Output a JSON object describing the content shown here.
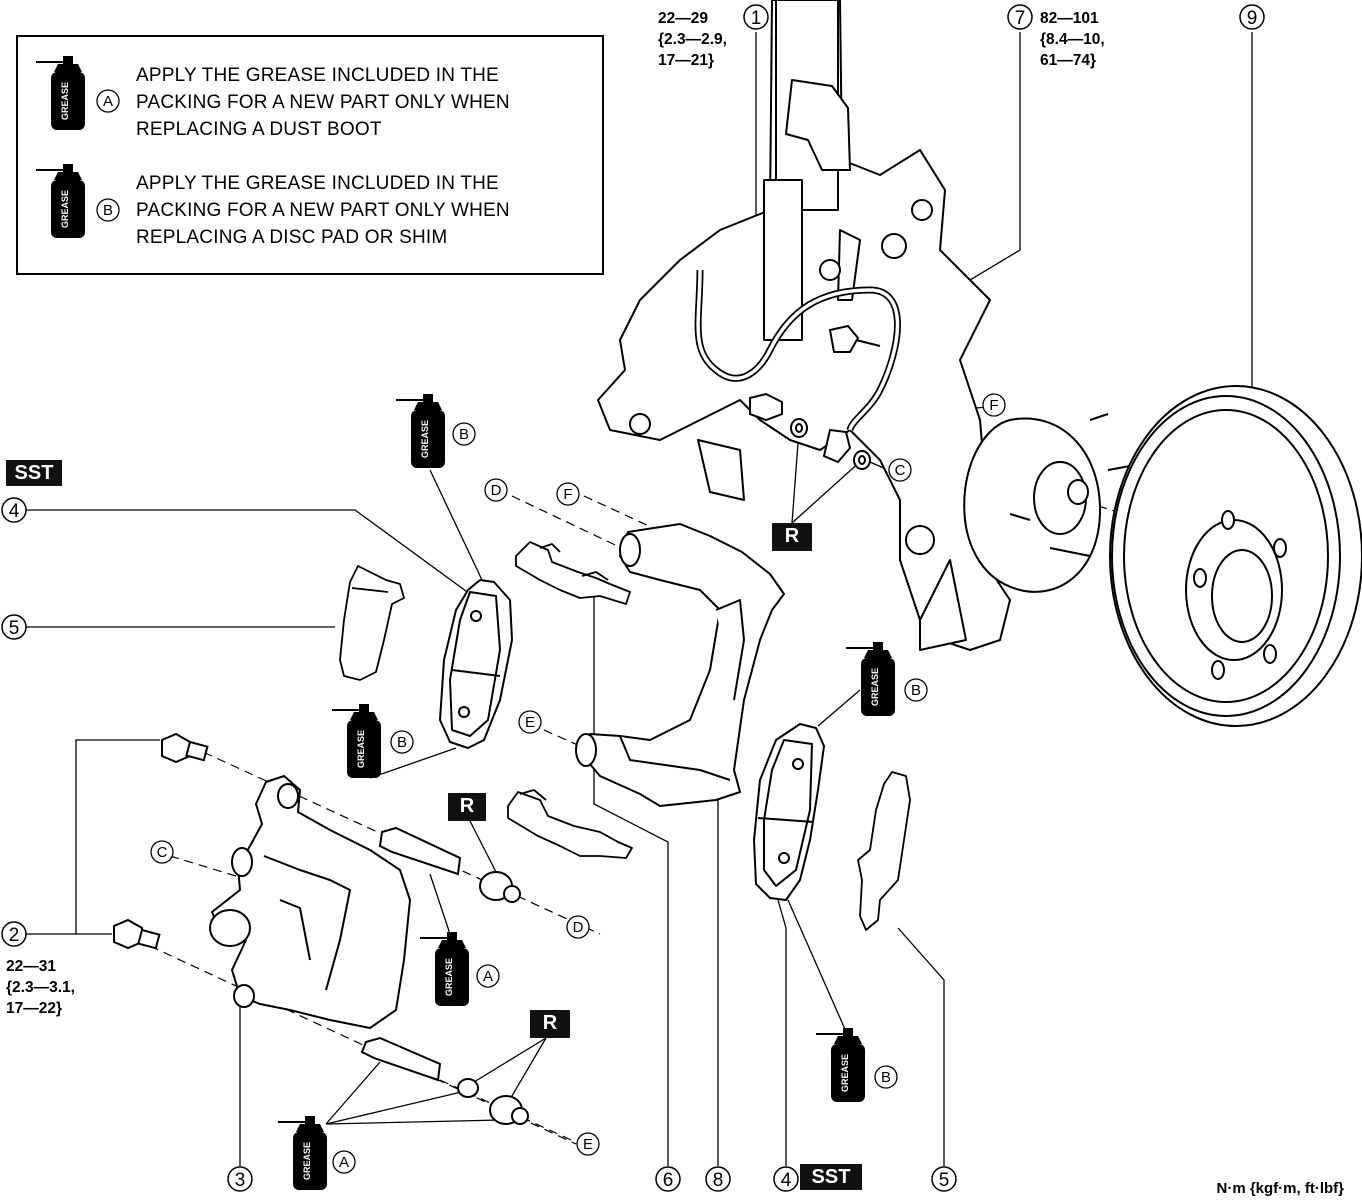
{
  "legend": {
    "A": {
      "marker": "A",
      "text": [
        "APPLY THE GREASE INCLUDED IN THE",
        "PACKING FOR A NEW PART ONLY WHEN",
        "REPLACING A DUST BOOT"
      ]
    },
    "B": {
      "marker": "B",
      "text": [
        "APPLY THE GREASE INCLUDED IN THE",
        "PACKING FOR A NEW PART ONLY WHEN",
        "REPLACING A DISC PAD OR SHIM"
      ]
    }
  },
  "grease_label": "GREASE",
  "sst_label": "SST",
  "replace_label": "R",
  "torque": {
    "t1": [
      "22—29",
      "{2.3—2.9,",
      "17—21}"
    ],
    "t7": [
      "82—101",
      "{8.4—10,",
      "61—74}"
    ],
    "t2": [
      "22—31",
      "{2.3—3.1,",
      "17—22}"
    ]
  },
  "callouts": [
    "1",
    "2",
    "3",
    "4",
    "5",
    "6",
    "7",
    "8",
    "9"
  ],
  "letters": {
    "A": "A",
    "B": "B",
    "C": "C",
    "D": "D",
    "E": "E",
    "F": "F"
  },
  "unit": "N·m {kgf·m, ft·lbf}"
}
